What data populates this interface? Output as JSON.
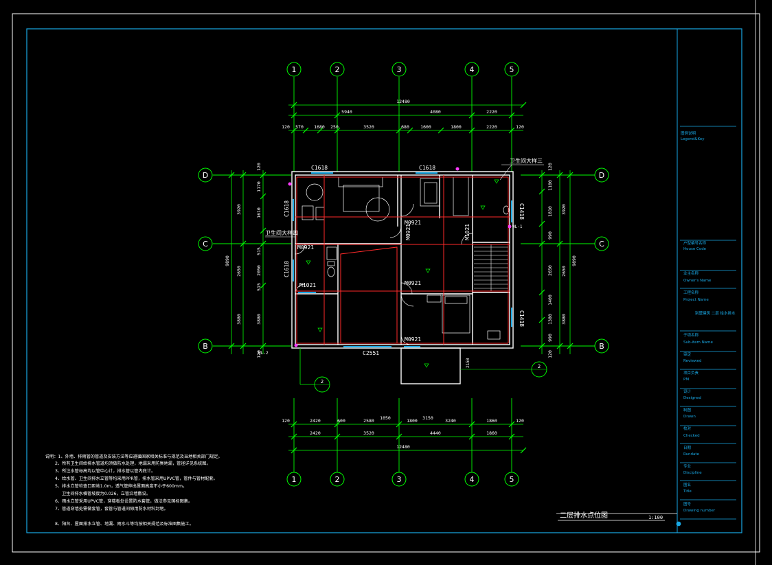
{
  "grid": {
    "columns": [
      "1",
      "2",
      "3",
      "4",
      "5"
    ],
    "rows": [
      "D",
      "C",
      "B"
    ]
  },
  "dims": {
    "top_total": "12480",
    "top_mid": [
      "5940",
      "4080",
      "2220"
    ],
    "top_detail": [
      "120",
      "570",
      "1680",
      "250",
      "3520",
      "680",
      "1600",
      "1800",
      "2220",
      "120"
    ],
    "bottom_detail": [
      "120",
      "2420",
      "600",
      "2580",
      "1050",
      "1800",
      "3150",
      "3240",
      "1860",
      "120"
    ],
    "bottom_mid": [
      "2420",
      "3520",
      "4440",
      "1860"
    ],
    "bottom_total": "12480",
    "left_total": "9890",
    "left_mid": [
      "3920",
      "2650",
      "3880"
    ],
    "left_detail": [
      "120",
      "1170",
      "1610",
      "515",
      "2050",
      "515",
      "3880",
      "120"
    ],
    "right_total": "9890",
    "right_mid": [
      "3920",
      "2650",
      "3880"
    ],
    "right_detail": [
      "120",
      "1100",
      "1810",
      "990",
      "2650",
      "1400",
      "1380",
      "990",
      "120"
    ],
    "porch_dim": "2150"
  },
  "labels": {
    "windows": [
      "C1618",
      "C1618",
      "C1618",
      "C1618",
      "C1418",
      "C1418",
      "C2551"
    ],
    "doors": [
      "M0921",
      "M0921",
      "M0921",
      "M0921",
      "M0921",
      "M1021",
      "M1021"
    ],
    "fixture_left": "卫生间大样四",
    "fixture_right": "卫生间大样三",
    "section_mark": "2",
    "pl": [
      "WL-1",
      "WL-2"
    ]
  },
  "notes": [
    "说明：1、外墙、排雨管的管道及安装方法等应遵循国家相关标准与规范及当地相关部门规定。",
    "2、所有卫生间给排水管道均须做防水处理，地漏采用防臭地漏，管径详见系统图。",
    "3、所注水管标高均以管中心计，排水管以管内底计。",
    "4、给水管、卫生间排水立管等均采用PPR管，排水管采用UPVC管，管件与管材配套。",
    "5、排水立管检查口距地1.0m，透气管伸出屋面高度不小于600mm。",
    "卫生间排水横管坡度为0.026，立管沿墙敷设。",
    "6、雨水立管采用UPVC管，穿楼板处设置防水套管，做法参见国标图集。",
    "7、管道穿墙处需做套管，套管与管道间隙用防水材料封堵。",
    "8、阳台、屋面排水立管、地漏、雨水斗等均按相关规范及标准图集施工。"
  ],
  "title_block": {
    "legend_cn": "图例说明",
    "legend_en": "Legend&Key",
    "house_cn": "户型编号名称",
    "house_en": "House Code",
    "owner_cn": "业主名称",
    "owner_en": "Owner's Name",
    "project_cn": "工程名称",
    "project_en": "Project Name",
    "project_value": "别墅建筑 二层 给水排水",
    "sub_cn": "子项名称",
    "sub_en": "Sub-item Name",
    "rev_cn": "审定",
    "rev_en": "Reviewed",
    "pm_cn": "项目负责",
    "pm_en": "PM",
    "des_cn": "设计",
    "des_en": "Designed",
    "draw_cn": "制图",
    "draw_en": "Drawn",
    "chk_cn": "校对",
    "chk_en": "Checked",
    "date_cn": "日期",
    "date_en": "Rundate",
    "disc_cn": "专业",
    "disc_en": "Discipline",
    "title_cn": "图名",
    "title_en": "Title",
    "no_cn": "图号",
    "no_en": "Drawing number"
  },
  "drawing_title": "二层排水点位图",
  "scale": "1:100",
  "colors": {
    "frame": "#19a9e6",
    "dim": "#00ff00",
    "wall": "#ffffff",
    "pipe": "#ff2a2a",
    "text": "#ffffff",
    "magenta": "#ff3cff"
  }
}
